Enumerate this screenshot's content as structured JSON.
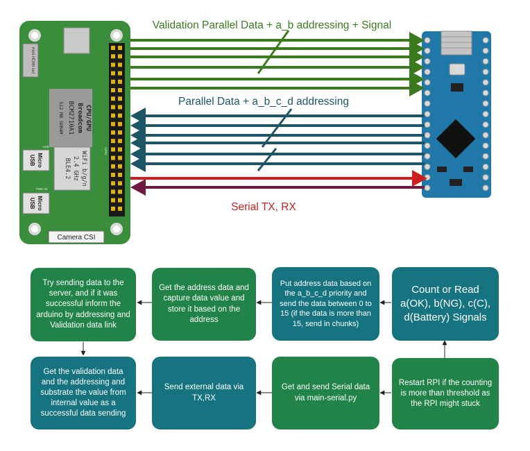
{
  "colors": {
    "green_arrow": "#3c7a1f",
    "teal_arrow": "#1c5566",
    "red_arrow": "#cc1f1f",
    "purple_arrow": "#6e1a40",
    "rpi_board": "#3a8d3a",
    "arduino_board": "#1f78a8",
    "flow_green": "#218347",
    "flow_teal": "#15747f"
  },
  "labels": {
    "validation": "Validation Parallel Data + a_b addressing + Signal",
    "parallel": "Parallel Data + a_b_c_d addressing",
    "serial": "Serial TX, RX"
  },
  "rpi": {
    "hdmi": "mini HDMI out",
    "soc_line1": "CPU/GPU",
    "soc_line2": "Broadcom",
    "soc_line3": "BCM2710A1",
    "soc_line4": "512 MB SDRAM",
    "wifi_line1": "WiFi b/g/n",
    "wifi_line2": "2.4 GHz",
    "wifi_line3": "BLE4.2",
    "usb_text1": "Micro",
    "usb_text2": "USB",
    "usb_label": "USB",
    "pwr_label": "PWR IN",
    "gpio_label": "GPIO",
    "camera": "Camera CSI"
  },
  "flow": {
    "count_read": "Count or Read a(OK), b(NG), c(C), d(Battery) Signals",
    "put_address": "Put address data based on the a_b_c_d priority and send the data between 0 to 15 (if the data is more than 15, send in chunks)",
    "get_address": "Get the address data and capture data value and store it based on the address",
    "try_sending": "Try sending data to the server, and if it was successful inform the arduino by addressing and Validation data link",
    "restart": "Restart RPI if the counting is more than threshold as the RPI might stuck",
    "get_serial": "Get and send Serial data via main-serial.py",
    "send_external": "Send external data via TX,RX",
    "get_validation": "Get the validation data and the addressing and substrate the value from internal value as a successful data sending"
  }
}
